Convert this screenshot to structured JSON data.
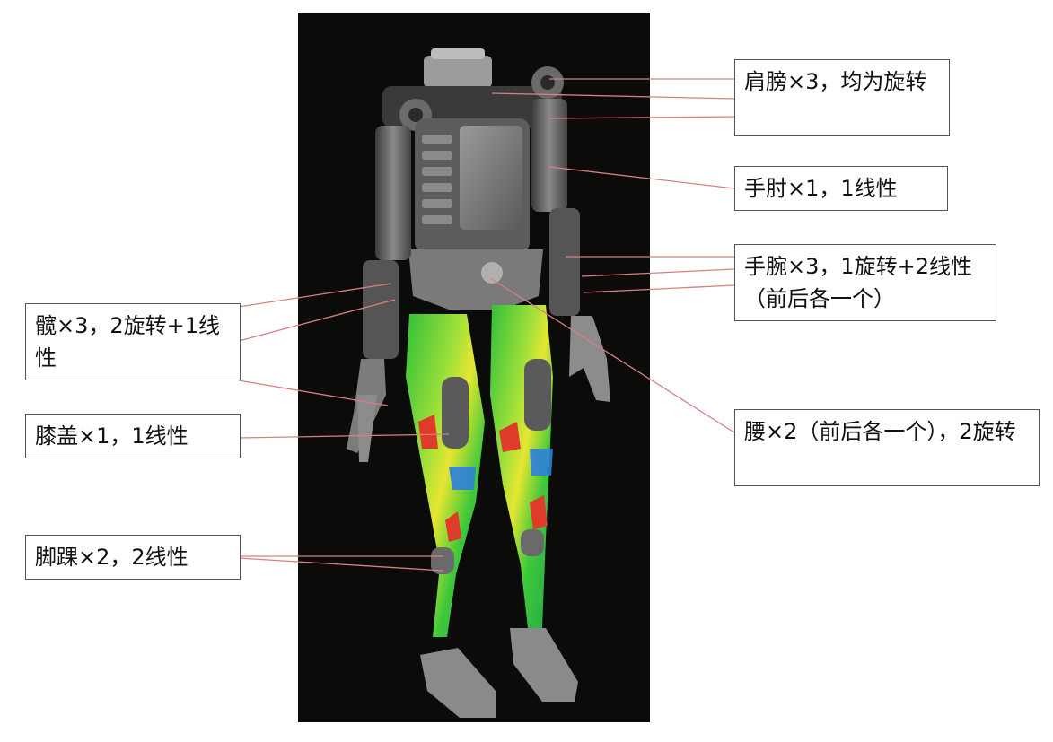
{
  "annotations": {
    "shoulder": "肩膀×3，均为旋转",
    "elbow": "手肘×1，1线性",
    "wrist": "手腕×3，1旋转+2线性（前后各一个）",
    "hip": "髋×3，2旋转+1线性",
    "waist": "腰×2（前后各一个），2旋转",
    "knee": "膝盖×1，1线性",
    "ankle": "脚踝×2，2线性"
  },
  "colors": {
    "background": "#ffffff",
    "photo_background": "#0b0c0a",
    "leader_line": "#d88080",
    "box_border": "#555555",
    "robot_metal": "#6e6e6e",
    "stress_green": "#3fc83a",
    "stress_yellow": "#e6e632",
    "stress_red": "#e03a2a",
    "stress_blue": "#2f7fd8"
  }
}
